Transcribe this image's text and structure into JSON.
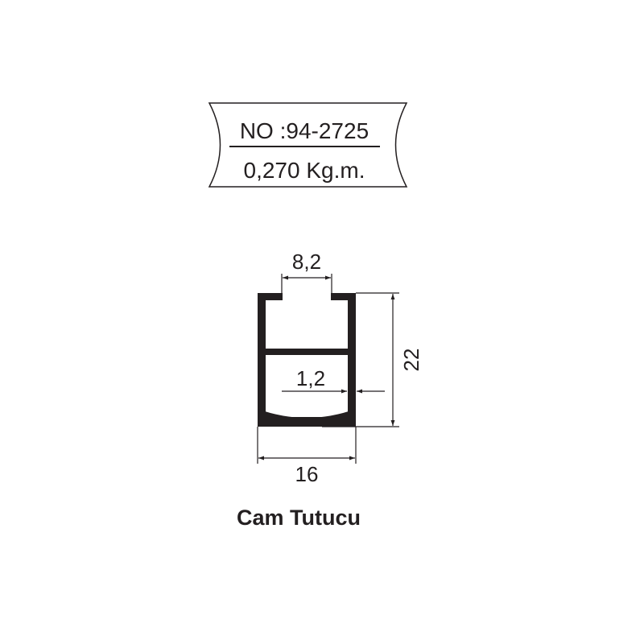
{
  "label_box": {
    "part_number": "NO :94-2725",
    "weight": "0,270 Kg.m."
  },
  "profile": {
    "dimensions": {
      "top_opening": "8,2",
      "wall_thickness": "1,2",
      "height": "22",
      "width": "16"
    },
    "fill_color": "#231f20"
  },
  "caption": "Cam Tutucu"
}
